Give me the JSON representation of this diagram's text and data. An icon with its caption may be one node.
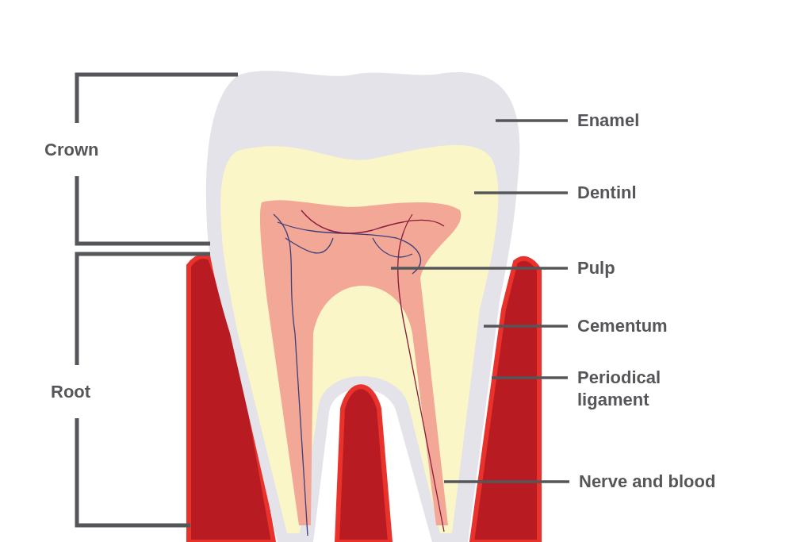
{
  "diagram": {
    "nodes": [
      {
        "text": [
          "Enamel"
        ]
      },
      {
        "text": [
          "Dentinl"
        ]
      },
      {
        "text": [
          "Pulp"
        ]
      },
      {
        "text": [
          "Cementum"
        ]
      },
      {
        "text": [
          "Periodical ligament"
        ]
      },
      {
        "text": [
          "Nerve and blood"
        ]
      }
    ],
    "edges": [
      {
        "from": 0,
        "to": null,
        "arrow": "none"
      },
      {
        "from": 1,
        "to": null,
        "arrow": "none"
      },
      {
        "from": 2,
        "to": null,
        "arrow": "none"
      },
      {
        "from": 3,
        "to": null,
        "arrow": "none"
      },
      {
        "from": 4,
        "to": null,
        "arrow": "none"
      },
      {
        "from": 5,
        "to": null,
        "arrow": "none"
      }
    ],
    "labels": [
      "Crown",
      "Root"
    ]
  }
}
